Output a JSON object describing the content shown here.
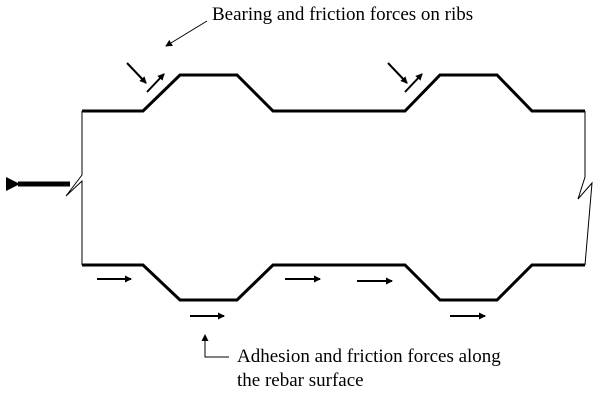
{
  "labels": {
    "ribs_forces": "Bearing and friction forces on ribs",
    "surface_forces_line1": "Adhesion and friction forces along",
    "surface_forces_line2": "the rebar surface"
  },
  "colors": {
    "stroke": "#000000",
    "background": "#ffffff"
  }
}
